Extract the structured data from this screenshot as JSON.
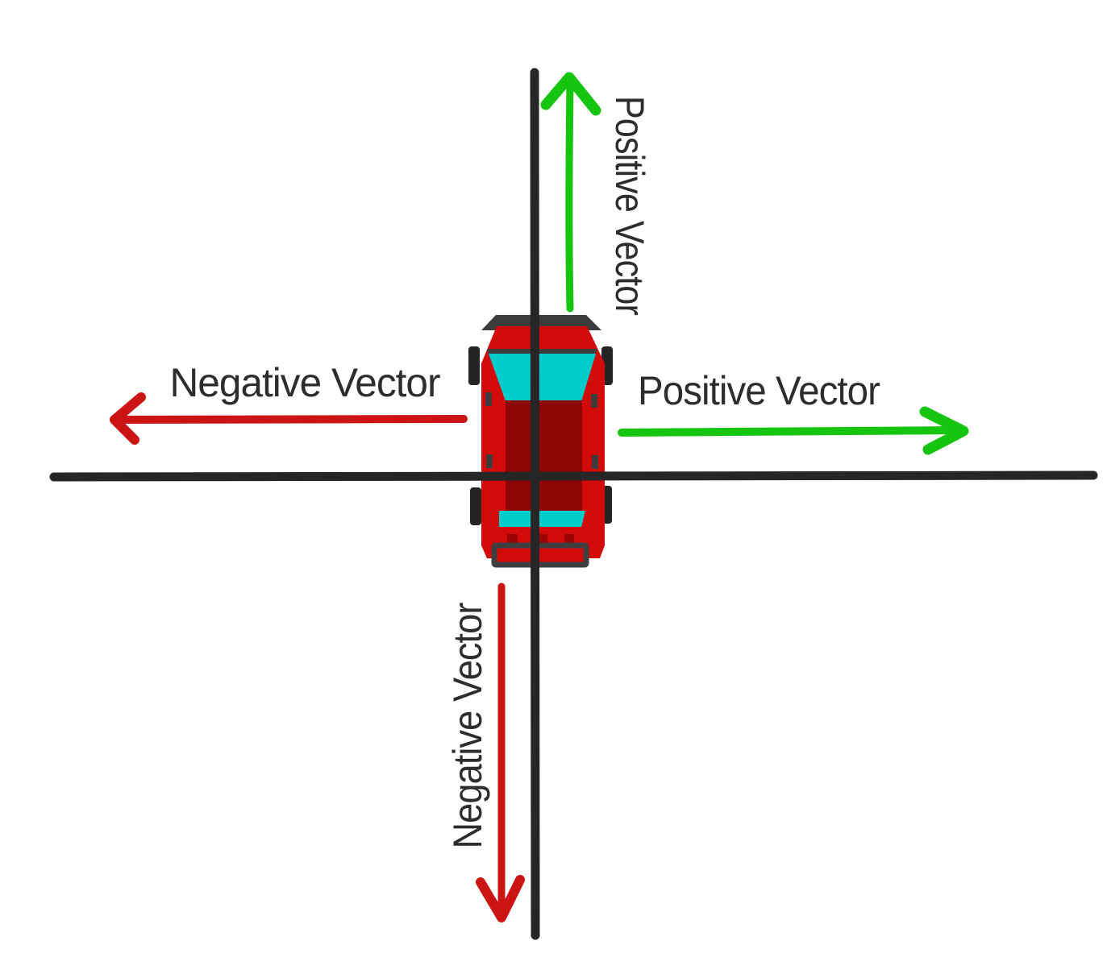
{
  "scene": {
    "background": "#ffffff"
  },
  "colors": {
    "axis": "#262626",
    "positive": "#16c50f",
    "negative": "#cc1414",
    "label_text": "#2d2d2d",
    "car_body": "#d30a0a",
    "car_roof": "#8e0303",
    "car_glass": "#00cccc",
    "car_trim": "#3c3c3c",
    "car_tire": "#242424",
    "car_taillight": "#9a0404",
    "car_bumper_outline": "#3f3f3f"
  },
  "arrows": {
    "up": {
      "label": "Positive Vector",
      "direction": "up"
    },
    "right": {
      "label": "Positive Vector",
      "direction": "right"
    },
    "left": {
      "label": "Negative Vector",
      "direction": "left"
    },
    "down": {
      "label": "Negative Vector",
      "direction": "down"
    }
  },
  "icons": {
    "car": "car-top-view"
  }
}
